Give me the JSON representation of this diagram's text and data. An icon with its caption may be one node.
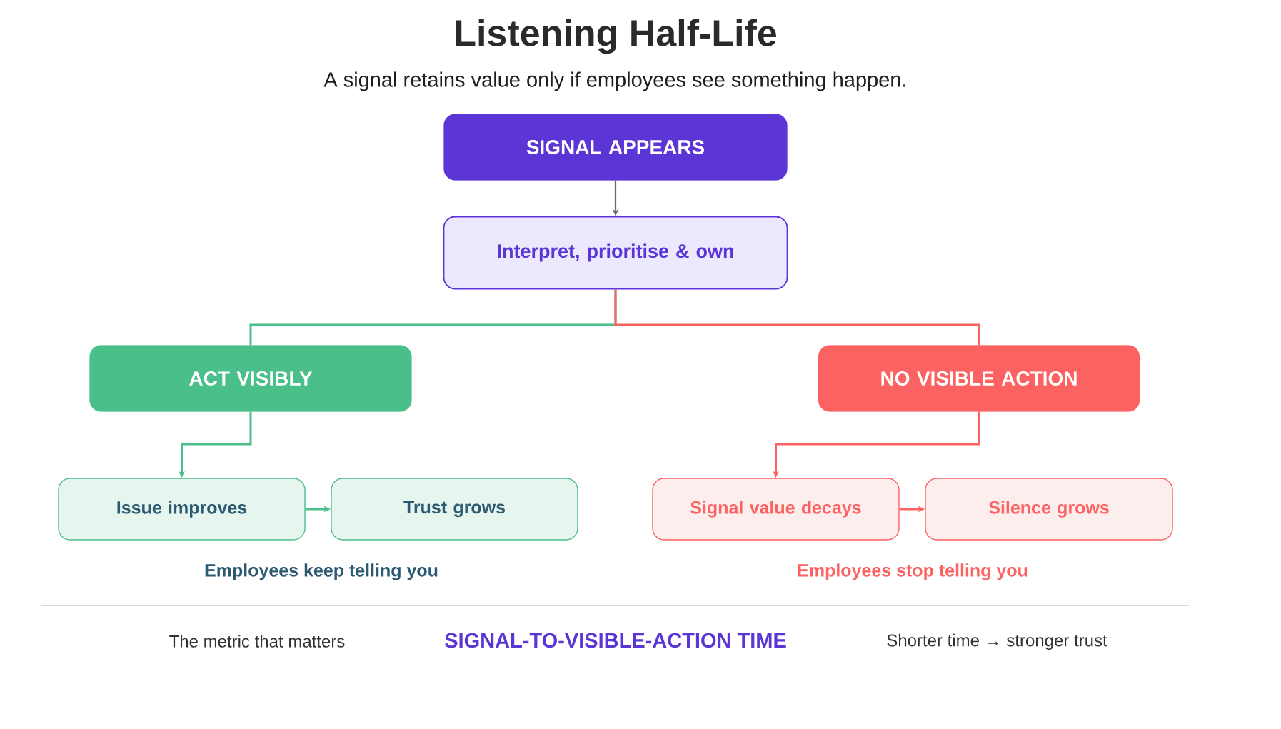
{
  "diagram": {
    "title": "Listening Half-Life",
    "nodes": [
      {
        "text": [
          "SIGNAL APPEARS"
        ]
      },
      {
        "text": [
          "Interpret, prioritise & own"
        ]
      },
      {
        "text": [
          "ACT VISIBLY"
        ]
      },
      {
        "text": [
          "NO VISIBLE ACTION"
        ]
      },
      {
        "text": [
          "Issue improves"
        ]
      },
      {
        "text": [
          "Trust grows"
        ]
      },
      {
        "text": [
          "Signal value decays"
        ]
      },
      {
        "text": [
          "Silence grows"
        ]
      }
    ],
    "edges": [
      {
        "from": 0,
        "to": 1,
        "arrow": "to",
        "color": "#666666"
      },
      {
        "from": 1,
        "to": 2,
        "arrow": "none",
        "color": "#4bbf8a"
      },
      {
        "from": 1,
        "to": 3,
        "arrow": "none",
        "color": "#fc6262"
      },
      {
        "from": 2,
        "to": 4,
        "arrow": "to",
        "color": "#4bbf8a"
      },
      {
        "from": 4,
        "to": 5,
        "arrow": "to",
        "color": "#4bbf8a"
      },
      {
        "from": 3,
        "to": 6,
        "arrow": "to",
        "color": "#fc6262"
      },
      {
        "from": 6,
        "to": 7,
        "arrow": "to",
        "color": "#fc6262"
      }
    ],
    "labels": [
      "A signal retains value only if employees see something happen.",
      "Employees keep telling you",
      "Employees stop telling you",
      "The metric that matters",
      "SIGNAL-TO-VISIBLE-ACTION TIME",
      "Shorter time → stronger trust"
    ]
  }
}
